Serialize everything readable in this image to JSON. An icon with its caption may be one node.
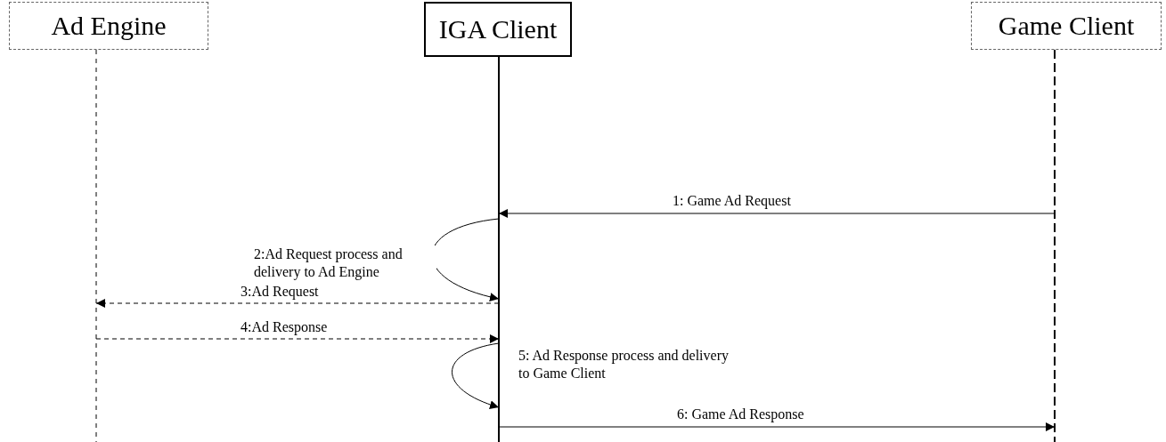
{
  "diagram": {
    "nodes": [
      {
        "text": [
          "Ad Engine"
        ]
      },
      {
        "text": [
          "IGA Client"
        ]
      },
      {
        "text": [
          "Game Client"
        ]
      }
    ],
    "edges": [
      {
        "from": 2,
        "to": 1,
        "arrow": "to",
        "label": "1: Game Ad Request"
      },
      {
        "from": 1,
        "to": 1,
        "arrow": "to",
        "label": "2:Ad Request process and delivery to Ad Engine"
      },
      {
        "from": 1,
        "to": 0,
        "arrow": "to",
        "label": "3:Ad Request",
        "style": "dashed"
      },
      {
        "from": 0,
        "to": 1,
        "arrow": "to",
        "label": "4:Ad Response",
        "style": "dashed"
      },
      {
        "from": 1,
        "to": 1,
        "arrow": "to",
        "label": "5: Ad Response process and delivery to Game Client"
      },
      {
        "from": 1,
        "to": 2,
        "arrow": "to",
        "label": "6: Game Ad Response"
      }
    ]
  }
}
